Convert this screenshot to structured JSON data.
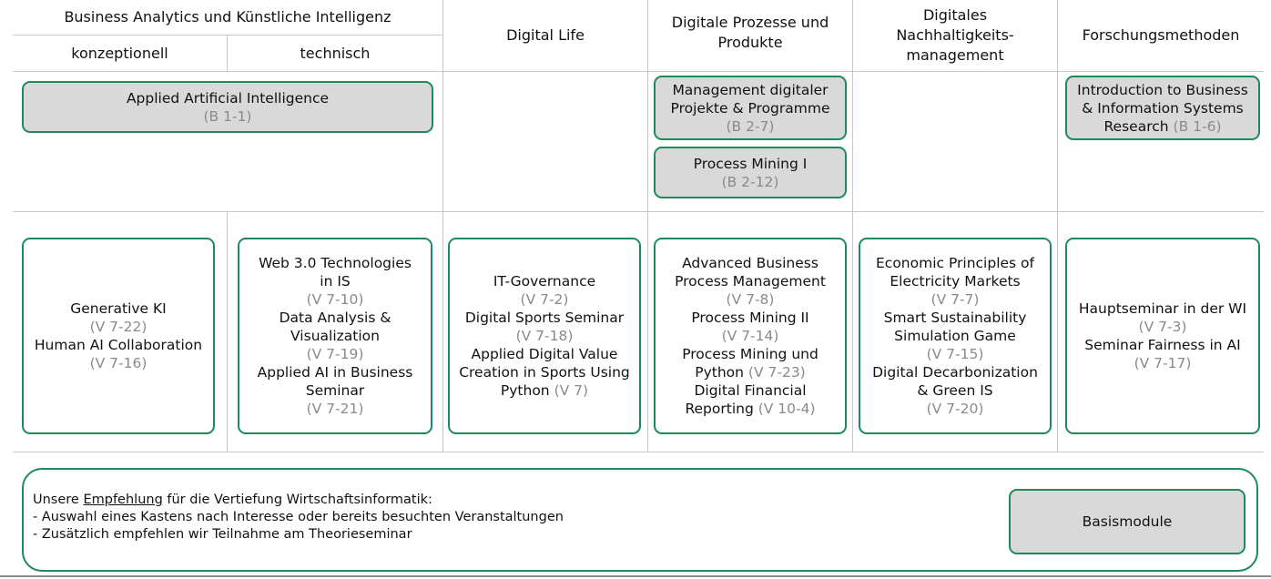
{
  "headers": {
    "ba_ki": "Business Analytics und Künstliche Intelligenz",
    "konzeptionell": "konzeptionell",
    "technisch": "technisch",
    "digital_life": "Digital Life",
    "digitale_prozesse_1": "Digitale Prozesse und",
    "digitale_prozesse_2": "Produkte",
    "nachhaltigkeit_1": "Digitales",
    "nachhaltigkeit_2": "Nachhaltigkeits-",
    "nachhaltigkeit_3": "management",
    "forschung": "Forschungsmethoden"
  },
  "basis": {
    "applied_ai": {
      "title": "Applied Artificial Intelligence",
      "code": "(B 1-1)"
    },
    "mgmt_digital": {
      "title_1": "Management digitaler",
      "title_2": "Projekte & Programme",
      "code": "(B 2-7)"
    },
    "process_mining_1": {
      "title": "Process Mining I",
      "code": "(B 2-12)"
    },
    "intro_research": {
      "title_1": "Introduction to Business",
      "title_2": "& Information Systems",
      "title_3": "Research",
      "code": "(B 1-6)"
    }
  },
  "vertiefung": {
    "konzeptionell": [
      {
        "title": "Generative KI",
        "code": "(V 7-22)"
      },
      {
        "title": "Human AI Collaboration",
        "code": "(V 7-16)"
      }
    ],
    "technisch": {
      "web3_1": "Web 3.0 Technologies",
      "web3_2": "in IS",
      "web3_code": "(V 7-10)",
      "data_1": "Data Analysis &",
      "data_2": "Visualization",
      "data_code": "(V 7-19)",
      "ai_sem_1": "Applied AI in Business",
      "ai_sem_2": "Seminar",
      "ai_sem_code": "(V 7-21)"
    },
    "digital_life": {
      "itgov": "IT-Governance",
      "itgov_code": "(V 7-2)",
      "sports": "Digital Sports Seminar",
      "sports_code": "(V 7-18)",
      "value_1": "Applied Digital Value",
      "value_2": "Creation in Sports Using",
      "value_3": "Python",
      "value_code": "(V 7)"
    },
    "prozesse": {
      "abpm_1": "Advanced Business",
      "abpm_2": "Process Management",
      "abpm_code": "(V 7-8)",
      "pm2": "Process Mining II",
      "pm2_code": "(V 7-14)",
      "pmpy_1": "Process Mining und",
      "pmpy_2": "Python",
      "pmpy_code": "(V 7-23)",
      "dfr_1": "Digital Financial",
      "dfr_2": "Reporting",
      "dfr_code": "(V 10-4)"
    },
    "nachhaltigkeit": {
      "econ_1": "Economic Principles of",
      "econ_2": "Electricity Markets",
      "econ_code": "(V 7-7)",
      "game_1": "Smart Sustainability",
      "game_2": "Simulation Game",
      "game_code": "(V 7-15)",
      "decarb_1": "Digital Decarbonization",
      "decarb_2": "& Green IS",
      "decarb_code": "(V 7-20)"
    },
    "forschung": {
      "haupt": "Hauptseminar in der WI",
      "haupt_code": "(V 7-3)",
      "fair": "Seminar Fairness in AI",
      "fair_code": "(V 7-17)"
    }
  },
  "recommendation": {
    "prefix": "Unsere ",
    "underlined": "Empfehlung",
    "suffix": " für die Vertiefung Wirtschaftsinformatik:",
    "bullet_1": "-   Auswahl eines Kastens nach Interesse oder bereits besuchten Veranstaltungen",
    "bullet_2": "-   Zusätzlich empfehlen wir Teilnahme am Theorieseminar",
    "legend": "Basismodule"
  }
}
